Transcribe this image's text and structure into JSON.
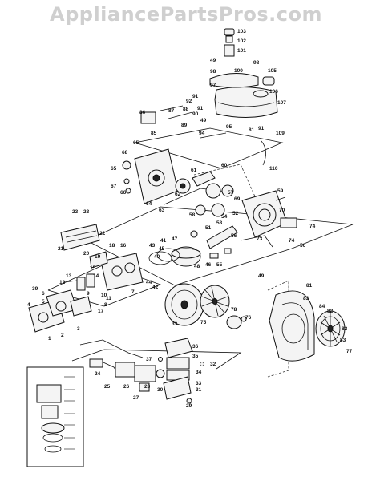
{
  "watermark": "AppliancePartsPros.com",
  "callouts": [
    "103",
    "102",
    "101",
    "49",
    "98",
    "100",
    "98",
    "105",
    "97",
    "106",
    "107",
    "91",
    "92",
    "91",
    "88",
    "86",
    "87",
    "90",
    "89",
    "85",
    "49",
    "94",
    "95",
    "81",
    "91",
    "109",
    "110",
    "65",
    "68",
    "60",
    "61",
    "67",
    "66",
    "65",
    "64",
    "63",
    "62",
    "57",
    "59",
    "23",
    "23",
    "22",
    "21",
    "20",
    "19",
    "18",
    "16",
    "15",
    "14",
    "13",
    "12",
    "11",
    "10",
    "8",
    "9",
    "17",
    "7",
    "6",
    "5",
    "4",
    "3",
    "2",
    "1",
    "39",
    "40",
    "44",
    "42",
    "43",
    "41",
    "45",
    "47",
    "48",
    "46",
    "55",
    "54",
    "53",
    "52",
    "51",
    "56",
    "58",
    "69",
    "70",
    "73",
    "74",
    "74",
    "50",
    "49",
    "81",
    "83",
    "84",
    "82",
    "82",
    "83",
    "77",
    "78",
    "76",
    "75",
    "33",
    "37",
    "36",
    "35",
    "34",
    "33",
    "32",
    "30",
    "31",
    "29",
    "28",
    "27",
    "26",
    "25",
    "24"
  ]
}
